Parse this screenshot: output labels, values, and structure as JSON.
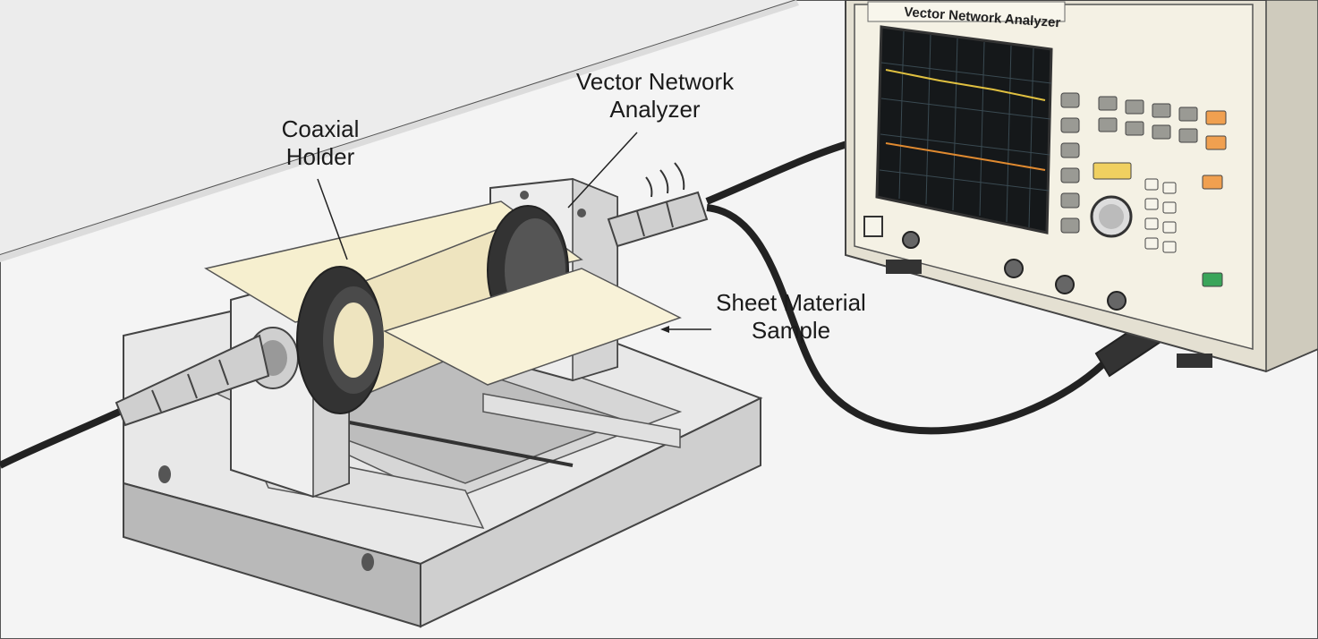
{
  "callouts": {
    "coaxial_holder": [
      "Coaxial",
      "Holder"
    ],
    "vector_network_analyzer": [
      "Vector Network",
      "Analyzer"
    ],
    "sheet_material_sample": [
      "Sheet Material",
      "Sample"
    ]
  },
  "instrument": {
    "panel_title": "Vector Network Analyzer"
  },
  "colors": {
    "background": "#ececec",
    "table_top": "#f3f3f3",
    "instrument_body": "#f4f1e4",
    "screen": "#15181a",
    "trace_yellow": "#e0c040",
    "trace_orange": "#e08a30",
    "sample_sheet": "#f6efcf",
    "cable": "#222222",
    "accent_button": "#f0a050",
    "green_button": "#3aa55a"
  }
}
